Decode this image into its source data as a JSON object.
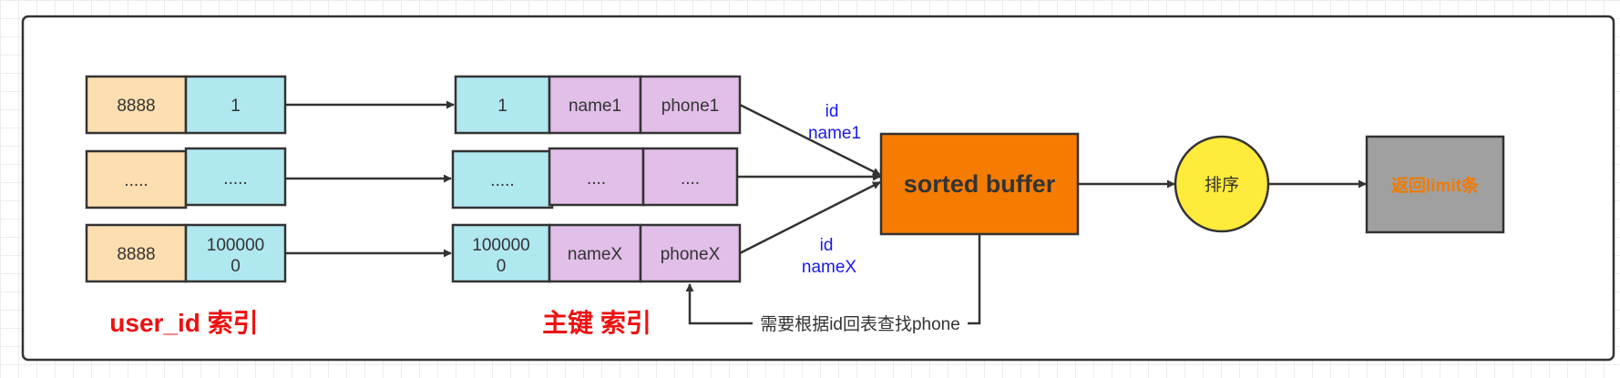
{
  "secondary_index": {
    "title": "user_id 索引",
    "rows": [
      {
        "key": "8888",
        "id": "1"
      },
      {
        "key": ".....",
        "id": "....."
      },
      {
        "key": "8888",
        "id_line1": "100000",
        "id_line2": "0"
      }
    ]
  },
  "primary_index": {
    "title": "主键 索引",
    "rows": [
      {
        "id": "1",
        "name": "name1",
        "phone": "phone1"
      },
      {
        "id": ".....",
        "name": "....",
        "phone": "...."
      },
      {
        "id_line1": "100000",
        "id_line2": "0",
        "name": "nameX",
        "phone": "phoneX"
      }
    ]
  },
  "labels": {
    "top_line1": "id",
    "top_line2": "name1",
    "bottom_line1": "id",
    "bottom_line2": "nameX",
    "lookup": "需要根据id回表查找phone"
  },
  "sorted_buffer": "sorted buffer",
  "sort_step": "排序",
  "result_step": "返回limit条",
  "colors": {
    "key_cell": "#fddeb0",
    "id_cell": "#b0e8f0",
    "data_cell": "#e1bfe8",
    "buffer": "#f57c00",
    "sort": "#ffeb3b",
    "result": "#a0a0a0",
    "title_red": "#ee1111",
    "note_blue": "#1a1ae6",
    "limit_orange": "#f07a00"
  }
}
